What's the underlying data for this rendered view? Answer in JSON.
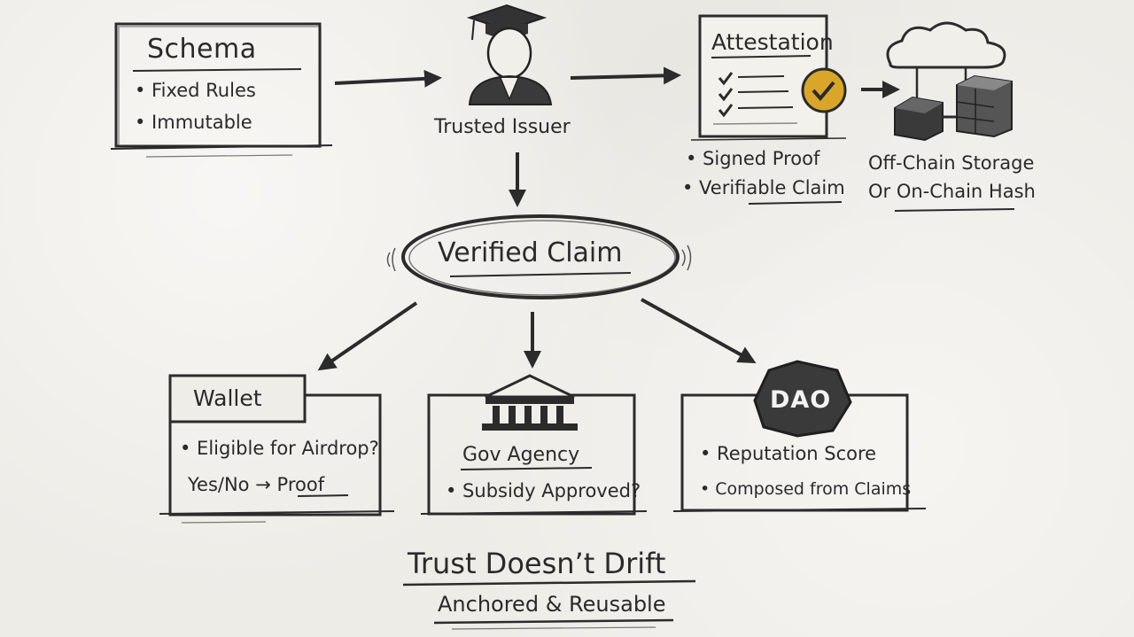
{
  "schema": {
    "title": "Schema",
    "items": [
      "• Fixed Rules",
      "• Immutable"
    ]
  },
  "issuer": {
    "label": "Trusted Issuer",
    "icon": "graduate-icon"
  },
  "attestation": {
    "title": "Attestation",
    "items": [
      "• Signed Proof",
      "• Verifiable Claim"
    ],
    "icon": "checkmark-badge-icon"
  },
  "storage": {
    "line1": "Off-Chain Storage",
    "line2": "Or On-Chain Hash",
    "icons": [
      "cloud-icon",
      "block-icon",
      "chain-cube-icon"
    ]
  },
  "center": {
    "label": "Verified Claim"
  },
  "wallet": {
    "title": "Wallet",
    "line1": "• Eligible for Airdrop?",
    "line2a": "Yes/No",
    "arrow": "→",
    "line2b": "Proof"
  },
  "gov": {
    "title": "Gov Agency",
    "line1": "• Subsidy Approved?",
    "icon": "government-building-icon"
  },
  "dao": {
    "badge": "DAO",
    "items": [
      "• Reputation Score",
      "• Composed from Claims"
    ]
  },
  "footer": {
    "title": "Trust Doesn’t Drift",
    "subtitle": "Anchored & Reusable"
  },
  "colors": {
    "ink": "#2b2b2b",
    "accent": "#d9a62a",
    "paper": "#eeece7"
  }
}
